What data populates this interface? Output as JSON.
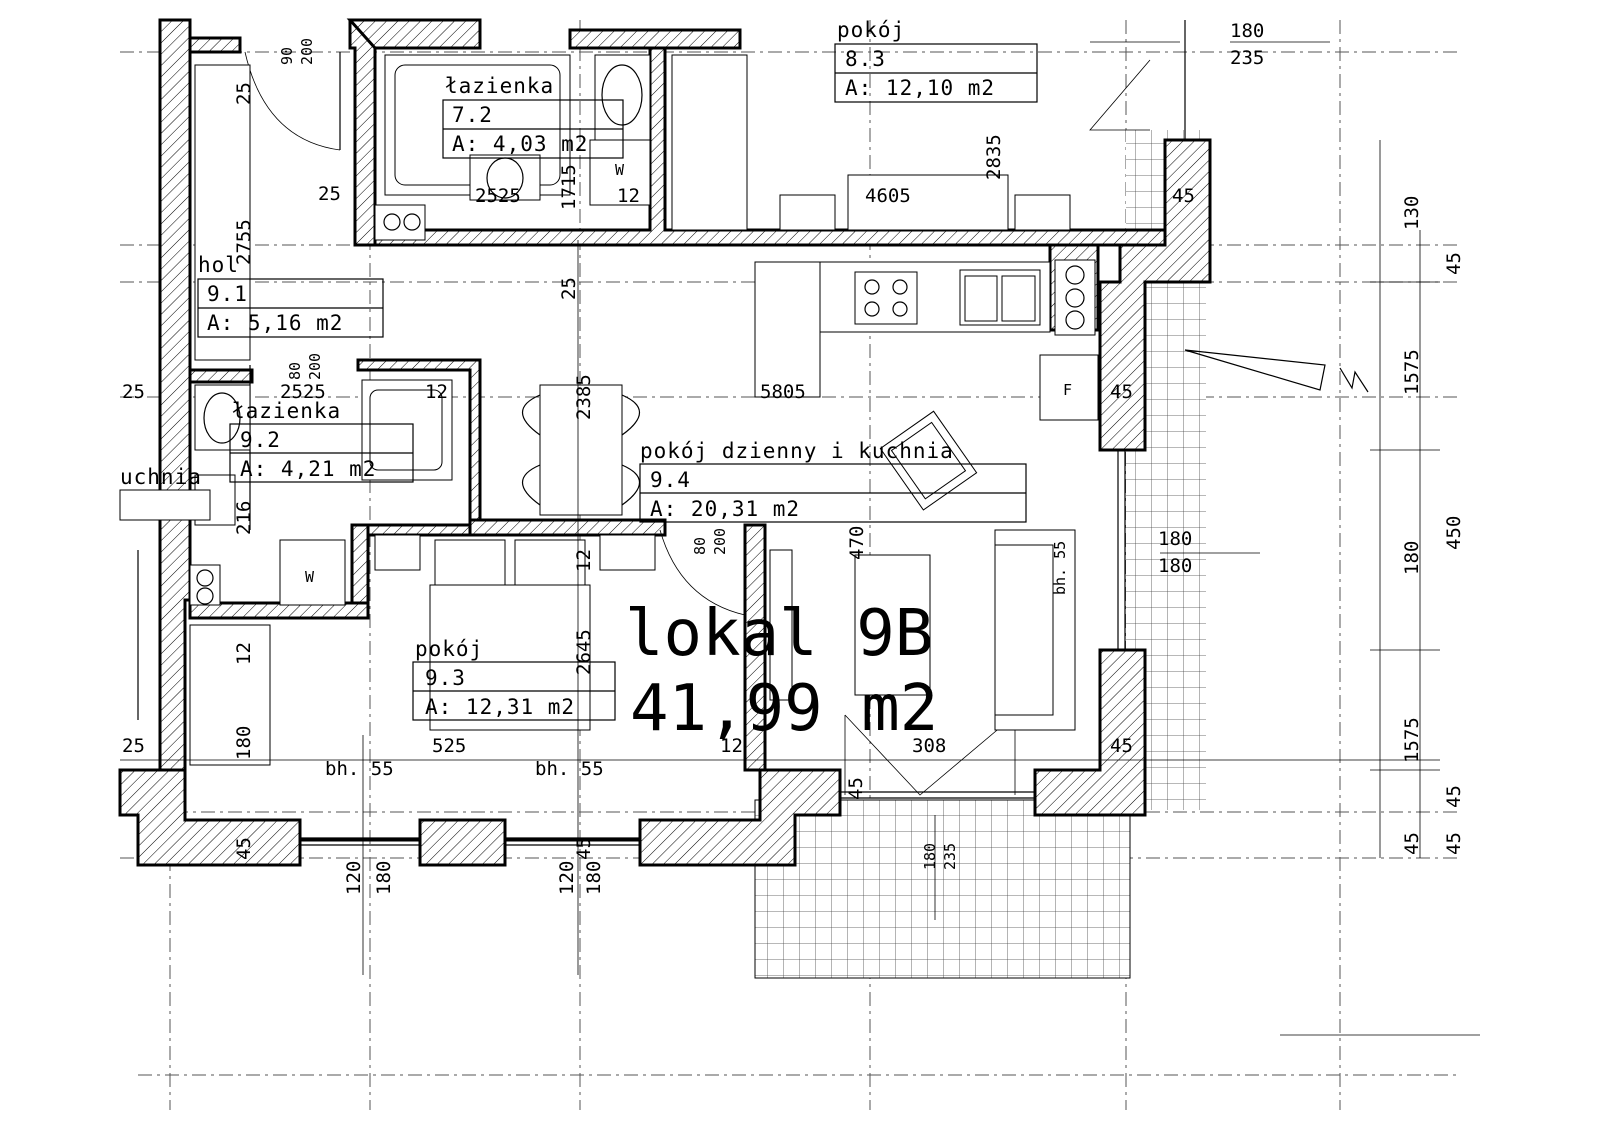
{
  "unit": {
    "title": "lokal 9B",
    "area": "41,99 m2"
  },
  "rooms": [
    {
      "name": "łazienka",
      "number": "7.2",
      "area": "A: 4,03 m2"
    },
    {
      "name": "pokój",
      "number": "8.3",
      "area": "A: 12,10 m2"
    },
    {
      "name": "hol",
      "number": "9.1",
      "area": "A: 5,16 m2"
    },
    {
      "name": "łazienka",
      "number": "9.2",
      "area": "A: 4,21 m2"
    },
    {
      "name": "pokój",
      "number": "9.3",
      "area": "A: 12,31 m2"
    },
    {
      "name": "pokój dzienny i kuchnia",
      "number": "9.4",
      "area": "A: 20,31 m2"
    }
  ],
  "fragments": {
    "kuchnia": "uchnia",
    "w_label": "W",
    "f_label": "F"
  },
  "dims": {
    "d25": "25",
    "d90": "90",
    "d200": "200",
    "d80": "80",
    "d2755": "2755",
    "d2525": "2525",
    "d1715": "1715",
    "d12": "12",
    "d4605": "4605",
    "d2835": "2835",
    "d45": "45",
    "d130": "130",
    "d180": "180",
    "d235": "235",
    "d2385": "2385",
    "d5805": "5805",
    "d1575": "1575",
    "d450": "450",
    "d216": "216",
    "d2645": "2645",
    "d470": "470",
    "d525": "525",
    "d308": "308",
    "d120": "120",
    "bh55": "bh. 55"
  }
}
